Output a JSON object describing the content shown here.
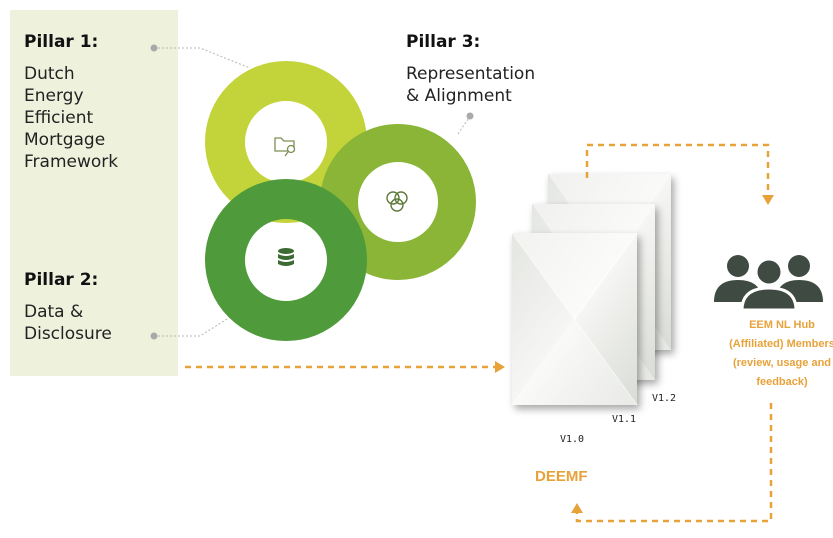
{
  "pillar1": {
    "title": "Pillar 1:",
    "body": "Dutch\nEnergy\nEfficient\nMortgage\nFramework"
  },
  "pillar2": {
    "title": "Pillar 2:",
    "body": "Data &\nDisclosure"
  },
  "pillar3": {
    "title": "Pillar 3:",
    "body": "Representation\n& Alignment"
  },
  "versions": [
    "V1.0",
    "V1.1",
    "V1.2"
  ],
  "deemf_label": "DEEMF",
  "hub": {
    "text": "EEM NL Hub\n(Affiliated) Members\n(review, usage and\nfeedback)"
  },
  "colors": {
    "ring_light": "#c3d43a",
    "ring_mid": "#8ab536",
    "ring_dark": "#4f9a3a",
    "accent_orange": "#e8a23a",
    "panel_bg": "#eef2dd",
    "people": "#3f4b42"
  },
  "icons": {
    "ring1": "folder-search-icon",
    "ring2": "database-icon",
    "ring3": "venn-circles-icon",
    "hub": "people-group-icon"
  }
}
